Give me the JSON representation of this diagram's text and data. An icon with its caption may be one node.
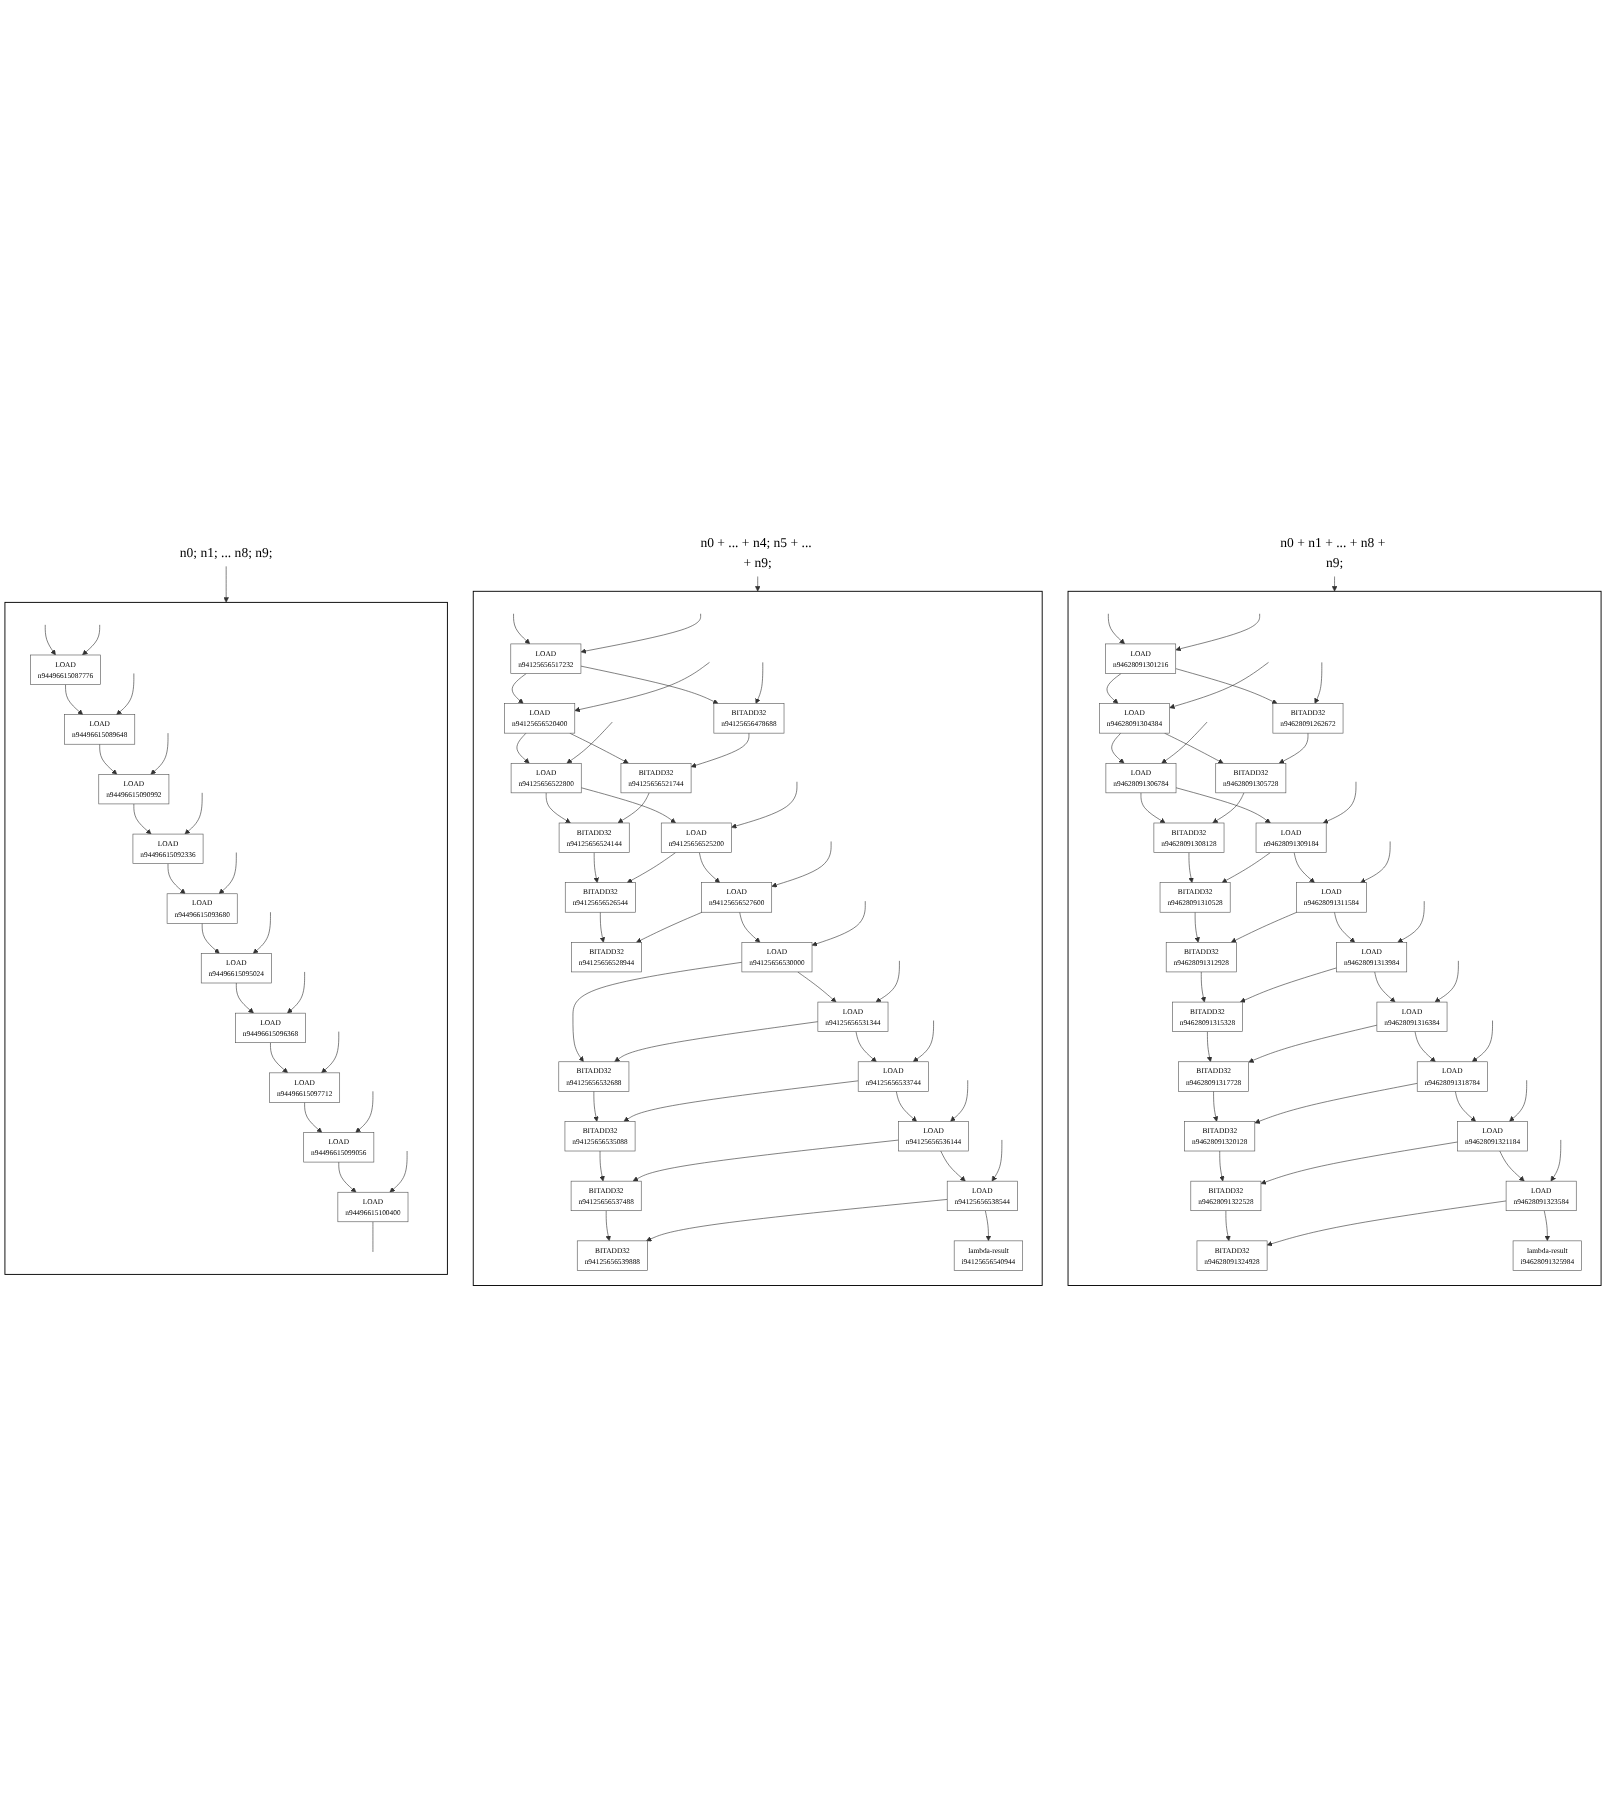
{
  "diagram": {
    "nodes": [
      {
        "text": [],
        "shape": "box"
      },
      {
        "text": [
          "LOAD",
          "n94496615087776"
        ],
        "in": 0
      },
      {
        "text": [
          "LOAD",
          "n94496615089648"
        ],
        "in": 0
      },
      {
        "text": [
          "LOAD",
          "n94496615090992"
        ],
        "in": 0
      },
      {
        "text": [
          "LOAD",
          "n94496615092336"
        ],
        "in": 0
      },
      {
        "text": [
          "LOAD",
          "n94496615093680"
        ],
        "in": 0
      },
      {
        "text": [
          "LOAD",
          "n94496615095024"
        ],
        "in": 0
      },
      {
        "text": [
          "LOAD",
          "n94496615096368"
        ],
        "in": 0
      },
      {
        "text": [
          "LOAD",
          "n94496615097712"
        ],
        "in": 0
      },
      {
        "text": [
          "LOAD",
          "n94496615099056"
        ],
        "in": 0
      },
      {
        "text": [
          "LOAD",
          "n94496615100400"
        ],
        "in": 0
      },
      {
        "text": [
          "n0; n1; ... n8; n9;"
        ]
      },
      {
        "text": [],
        "shape": "box"
      },
      {
        "text": [
          "LOAD",
          "n94125656517232"
        ],
        "in": 12
      },
      {
        "text": [
          "LOAD",
          "n94125656520400"
        ],
        "in": 12
      },
      {
        "text": [
          "BITADD32",
          "n94125656478688"
        ],
        "in": 12
      },
      {
        "text": [
          "LOAD",
          "n94125656522800"
        ],
        "in": 12
      },
      {
        "text": [
          "BITADD32",
          "n94125656521744"
        ],
        "in": 12
      },
      {
        "text": [
          "BITADD32",
          "n94125656524144"
        ],
        "in": 12
      },
      {
        "text": [
          "LOAD",
          "n94125656525200"
        ],
        "in": 12
      },
      {
        "text": [
          "BITADD32",
          "n94125656526544"
        ],
        "in": 12
      },
      {
        "text": [
          "LOAD",
          "n94125656527600"
        ],
        "in": 12
      },
      {
        "text": [
          "BITADD32",
          "n94125656528944"
        ],
        "in": 12
      },
      {
        "text": [
          "LOAD",
          "n94125656530000"
        ],
        "in": 12
      },
      {
        "text": [
          "LOAD",
          "n94125656531344"
        ],
        "in": 12
      },
      {
        "text": [
          "BITADD32",
          "n94125656532688"
        ],
        "in": 12
      },
      {
        "text": [
          "LOAD",
          "n94125656533744"
        ],
        "in": 12
      },
      {
        "text": [
          "BITADD32",
          "n94125656535088"
        ],
        "in": 12
      },
      {
        "text": [
          "LOAD",
          "n94125656536144"
        ],
        "in": 12
      },
      {
        "text": [
          "BITADD32",
          "n94125656537488"
        ],
        "in": 12
      },
      {
        "text": [
          "LOAD",
          "n94125656538544"
        ],
        "in": 12
      },
      {
        "text": [
          "BITADD32",
          "n94125656539888"
        ],
        "in": 12
      },
      {
        "text": [
          "lambda-result",
          "i94125656540944"
        ],
        "in": 12
      },
      {
        "text": [
          "n0 + ... + n4; n5 + ... + n9;"
        ]
      },
      {
        "text": [],
        "shape": "box"
      },
      {
        "text": [
          "LOAD",
          "n94628091301216"
        ],
        "in": 34
      },
      {
        "text": [
          "LOAD",
          "n94628091304384"
        ],
        "in": 34
      },
      {
        "text": [
          "BITADD32",
          "n94628091262672"
        ],
        "in": 34
      },
      {
        "text": [
          "LOAD",
          "n94628091306784"
        ],
        "in": 34
      },
      {
        "text": [
          "BITADD32",
          "n94628091305728"
        ],
        "in": 34
      },
      {
        "text": [
          "BITADD32",
          "n94628091308128"
        ],
        "in": 34
      },
      {
        "text": [
          "LOAD",
          "n94628091309184"
        ],
        "in": 34
      },
      {
        "text": [
          "BITADD32",
          "n94628091310528"
        ],
        "in": 34
      },
      {
        "text": [
          "LOAD",
          "n94628091311584"
        ],
        "in": 34
      },
      {
        "text": [
          "BITADD32",
          "n94628091312928"
        ],
        "in": 34
      },
      {
        "text": [
          "LOAD",
          "n94628091313984"
        ],
        "in": 34
      },
      {
        "text": [
          "BITADD32",
          "n94628091315328"
        ],
        "in": 34
      },
      {
        "text": [
          "LOAD",
          "n94628091316384"
        ],
        "in": 34
      },
      {
        "text": [
          "BITADD32",
          "n94628091317728"
        ],
        "in": 34
      },
      {
        "text": [
          "LOAD",
          "n94628091318784"
        ],
        "in": 34
      },
      {
        "text": [
          "BITADD32",
          "n94628091320128"
        ],
        "in": 34
      },
      {
        "text": [
          "LOAD",
          "n94628091321184"
        ],
        "in": 34
      },
      {
        "text": [
          "BITADD32",
          "n94628091322528"
        ],
        "in": 34
      },
      {
        "text": [
          "LOAD",
          "n94628091323584"
        ],
        "in": 34
      },
      {
        "text": [
          "BITADD32",
          "n94628091324928"
        ],
        "in": 34
      },
      {
        "text": [
          "lambda-result",
          "i94628091325984"
        ],
        "in": 34
      },
      {
        "text": [
          "n0 + n1 + ... + n8 + n9;"
        ]
      }
    ],
    "edges": [
      {
        "from": null,
        "to": 1,
        "arrow": "to"
      },
      {
        "from": null,
        "to": 1,
        "arrow": "to"
      },
      {
        "from": 1,
        "to": 2,
        "arrow": "to"
      },
      {
        "from": null,
        "to": 2,
        "arrow": "to"
      },
      {
        "from": 2,
        "to": 3,
        "arrow": "to"
      },
      {
        "from": null,
        "to": 3,
        "arrow": "to"
      },
      {
        "from": 3,
        "to": 4,
        "arrow": "to"
      },
      {
        "from": null,
        "to": 4,
        "arrow": "to"
      },
      {
        "from": 4,
        "to": 5,
        "arrow": "to"
      },
      {
        "from": null,
        "to": 5,
        "arrow": "to"
      },
      {
        "from": 5,
        "to": 6,
        "arrow": "to"
      },
      {
        "from": null,
        "to": 6,
        "arrow": "to"
      },
      {
        "from": 6,
        "to": 7,
        "arrow": "to"
      },
      {
        "from": null,
        "to": 7,
        "arrow": "to"
      },
      {
        "from": 7,
        "to": 8,
        "arrow": "to"
      },
      {
        "from": null,
        "to": 8,
        "arrow": "to"
      },
      {
        "from": 8,
        "to": 9,
        "arrow": "to"
      },
      {
        "from": null,
        "to": 9,
        "arrow": "to"
      },
      {
        "from": 9,
        "to": 10,
        "arrow": "to"
      },
      {
        "from": null,
        "to": 10,
        "arrow": "to"
      },
      {
        "from": 10,
        "to": null,
        "arrow": "none"
      },
      {
        "from": 11,
        "to": 0,
        "arrow": "to"
      },
      {
        "from": null,
        "to": 13,
        "arrow": "to"
      },
      {
        "from": null,
        "to": 13,
        "arrow": "to"
      },
      {
        "from": 13,
        "to": 14,
        "arrow": "to"
      },
      {
        "from": null,
        "to": 14,
        "arrow": "to"
      },
      {
        "from": 13,
        "to": 15,
        "arrow": "to"
      },
      {
        "from": null,
        "to": 15,
        "arrow": "to"
      },
      {
        "from": 14,
        "to": 16,
        "arrow": "to"
      },
      {
        "from": null,
        "to": 16,
        "arrow": "to"
      },
      {
        "from": 14,
        "to": 17,
        "arrow": "to"
      },
      {
        "from": 15,
        "to": 17,
        "arrow": "to"
      },
      {
        "from": 16,
        "to": 18,
        "arrow": "to"
      },
      {
        "from": 17,
        "to": 18,
        "arrow": "to"
      },
      {
        "from": 16,
        "to": 19,
        "arrow": "to"
      },
      {
        "from": null,
        "to": 19,
        "arrow": "to"
      },
      {
        "from": 18,
        "to": 20,
        "arrow": "to"
      },
      {
        "from": 19,
        "to": 20,
        "arrow": "to"
      },
      {
        "from": 19,
        "to": 21,
        "arrow": "to"
      },
      {
        "from": null,
        "to": 21,
        "arrow": "to"
      },
      {
        "from": 20,
        "to": 22,
        "arrow": "to"
      },
      {
        "from": 21,
        "to": 22,
        "arrow": "to"
      },
      {
        "from": 21,
        "to": 23,
        "arrow": "to"
      },
      {
        "from": null,
        "to": 23,
        "arrow": "to"
      },
      {
        "from": 23,
        "to": 24,
        "arrow": "to"
      },
      {
        "from": null,
        "to": 24,
        "arrow": "to"
      },
      {
        "from": 23,
        "to": 25,
        "arrow": "to"
      },
      {
        "from": 24,
        "to": 25,
        "arrow": "to"
      },
      {
        "from": 24,
        "to": 26,
        "arrow": "to"
      },
      {
        "from": null,
        "to": 26,
        "arrow": "to"
      },
      {
        "from": 25,
        "to": 27,
        "arrow": "to"
      },
      {
        "from": 26,
        "to": 27,
        "arrow": "to"
      },
      {
        "from": 26,
        "to": 28,
        "arrow": "to"
      },
      {
        "from": null,
        "to": 28,
        "arrow": "to"
      },
      {
        "from": 27,
        "to": 29,
        "arrow": "to"
      },
      {
        "from": 28,
        "to": 29,
        "arrow": "to"
      },
      {
        "from": 28,
        "to": 30,
        "arrow": "to"
      },
      {
        "from": null,
        "to": 30,
        "arrow": "to"
      },
      {
        "from": 29,
        "to": 31,
        "arrow": "to"
      },
      {
        "from": 30,
        "to": 31,
        "arrow": "to"
      },
      {
        "from": 30,
        "to": 32,
        "arrow": "to"
      },
      {
        "from": 33,
        "to": 12,
        "arrow": "to"
      },
      {
        "from": null,
        "to": 35,
        "arrow": "to"
      },
      {
        "from": null,
        "to": 35,
        "arrow": "to"
      },
      {
        "from": 35,
        "to": 36,
        "arrow": "to"
      },
      {
        "from": null,
        "to": 36,
        "arrow": "to"
      },
      {
        "from": 35,
        "to": 37,
        "arrow": "to"
      },
      {
        "from": null,
        "to": 37,
        "arrow": "to"
      },
      {
        "from": 36,
        "to": 38,
        "arrow": "to"
      },
      {
        "from": null,
        "to": 38,
        "arrow": "to"
      },
      {
        "from": 36,
        "to": 39,
        "arrow": "to"
      },
      {
        "from": 37,
        "to": 39,
        "arrow": "to"
      },
      {
        "from": 38,
        "to": 40,
        "arrow": "to"
      },
      {
        "from": 39,
        "to": 40,
        "arrow": "to"
      },
      {
        "from": 38,
        "to": 41,
        "arrow": "to"
      },
      {
        "from": null,
        "to": 41,
        "arrow": "to"
      },
      {
        "from": 40,
        "to": 42,
        "arrow": "to"
      },
      {
        "from": 41,
        "to": 42,
        "arrow": "to"
      },
      {
        "from": 41,
        "to": 43,
        "arrow": "to"
      },
      {
        "from": null,
        "to": 43,
        "arrow": "to"
      },
      {
        "from": 42,
        "to": 44,
        "arrow": "to"
      },
      {
        "from": 43,
        "to": 44,
        "arrow": "to"
      },
      {
        "from": 43,
        "to": 45,
        "arrow": "to"
      },
      {
        "from": null,
        "to": 45,
        "arrow": "to"
      },
      {
        "from": 44,
        "to": 46,
        "arrow": "to"
      },
      {
        "from": 45,
        "to": 46,
        "arrow": "to"
      },
      {
        "from": 45,
        "to": 47,
        "arrow": "to"
      },
      {
        "from": null,
        "to": 47,
        "arrow": "to"
      },
      {
        "from": 46,
        "to": 48,
        "arrow": "to"
      },
      {
        "from": 47,
        "to": 48,
        "arrow": "to"
      },
      {
        "from": 47,
        "to": 49,
        "arrow": "to"
      },
      {
        "from": null,
        "to": 49,
        "arrow": "to"
      },
      {
        "from": 48,
        "to": 50,
        "arrow": "to"
      },
      {
        "from": 49,
        "to": 50,
        "arrow": "to"
      },
      {
        "from": 49,
        "to": 51,
        "arrow": "to"
      },
      {
        "from": null,
        "to": 51,
        "arrow": "to"
      },
      {
        "from": 50,
        "to": 52,
        "arrow": "to"
      },
      {
        "from": 51,
        "to": 52,
        "arrow": "to"
      },
      {
        "from": 51,
        "to": 53,
        "arrow": "to"
      },
      {
        "from": null,
        "to": 53,
        "arrow": "to"
      },
      {
        "from": 52,
        "to": 54,
        "arrow": "to"
      },
      {
        "from": 53,
        "to": 54,
        "arrow": "to"
      },
      {
        "from": 53,
        "to": 55,
        "arrow": "to"
      },
      {
        "from": 56,
        "to": 34,
        "arrow": "to"
      }
    ]
  }
}
